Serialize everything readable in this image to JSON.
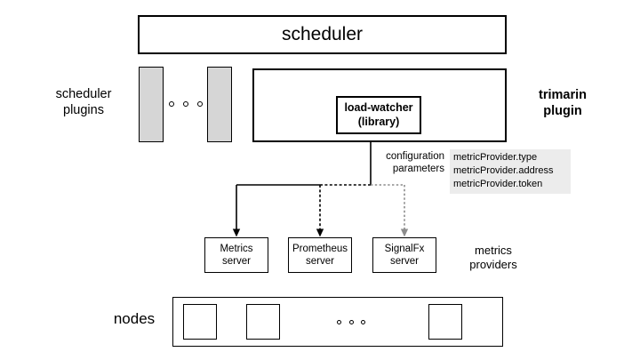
{
  "diagram": {
    "title_box": {
      "label": "scheduler"
    },
    "left_labels": {
      "scheduler_plugins": "scheduler\nplugins",
      "nodes": "nodes"
    },
    "right_labels": {
      "trimarin_plugin": "trimarin\nplugin",
      "metrics_providers": "metrics\nproviders"
    },
    "plugins": {
      "ellipsis": "ooo",
      "boxes": [
        "",
        ""
      ]
    },
    "load_watcher": {
      "label": "load-watcher\n(library)"
    },
    "configuration": {
      "caption": "configuration\nparameters",
      "values": "metricProvider.type\nmetricProvider.address\nmetricProvider.token"
    },
    "metrics_providers": [
      {
        "label": "Metrics\nserver",
        "line_style": "solid",
        "color": "#000000"
      },
      {
        "label": "Prometheus\nserver",
        "line_style": "dashed",
        "color": "#000000"
      },
      {
        "label": "SignalFx\nserver",
        "line_style": "dotted",
        "color": "#8c8c8c"
      }
    ],
    "nodes": {
      "ellipsis": "ooo",
      "boxes": [
        "",
        "",
        ""
      ]
    },
    "colors": {
      "stroke": "#000000",
      "plugin_fill": "#d6d6d6",
      "config_fill": "#ececec",
      "muted_stroke": "#8c8c8c",
      "background": "#ffffff"
    }
  }
}
